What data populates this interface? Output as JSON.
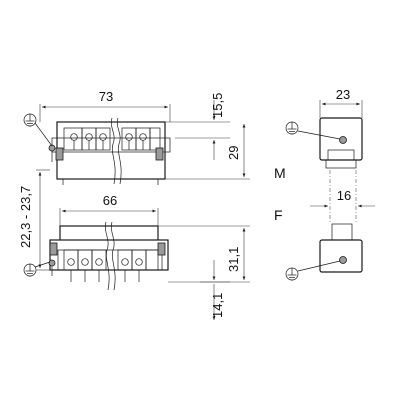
{
  "dimensions": {
    "top_width": "73",
    "top_height_small": "15,5",
    "top_height": "29",
    "side_width": "23",
    "mid_width": "66",
    "mated_range": "22,3 - 23,7",
    "bottom_height": "31,1",
    "bottom_pin": "14,1",
    "side_inner": "16"
  },
  "labels": {
    "male": "M",
    "female": "F"
  },
  "icons": [
    "ground-symbol-icon"
  ]
}
